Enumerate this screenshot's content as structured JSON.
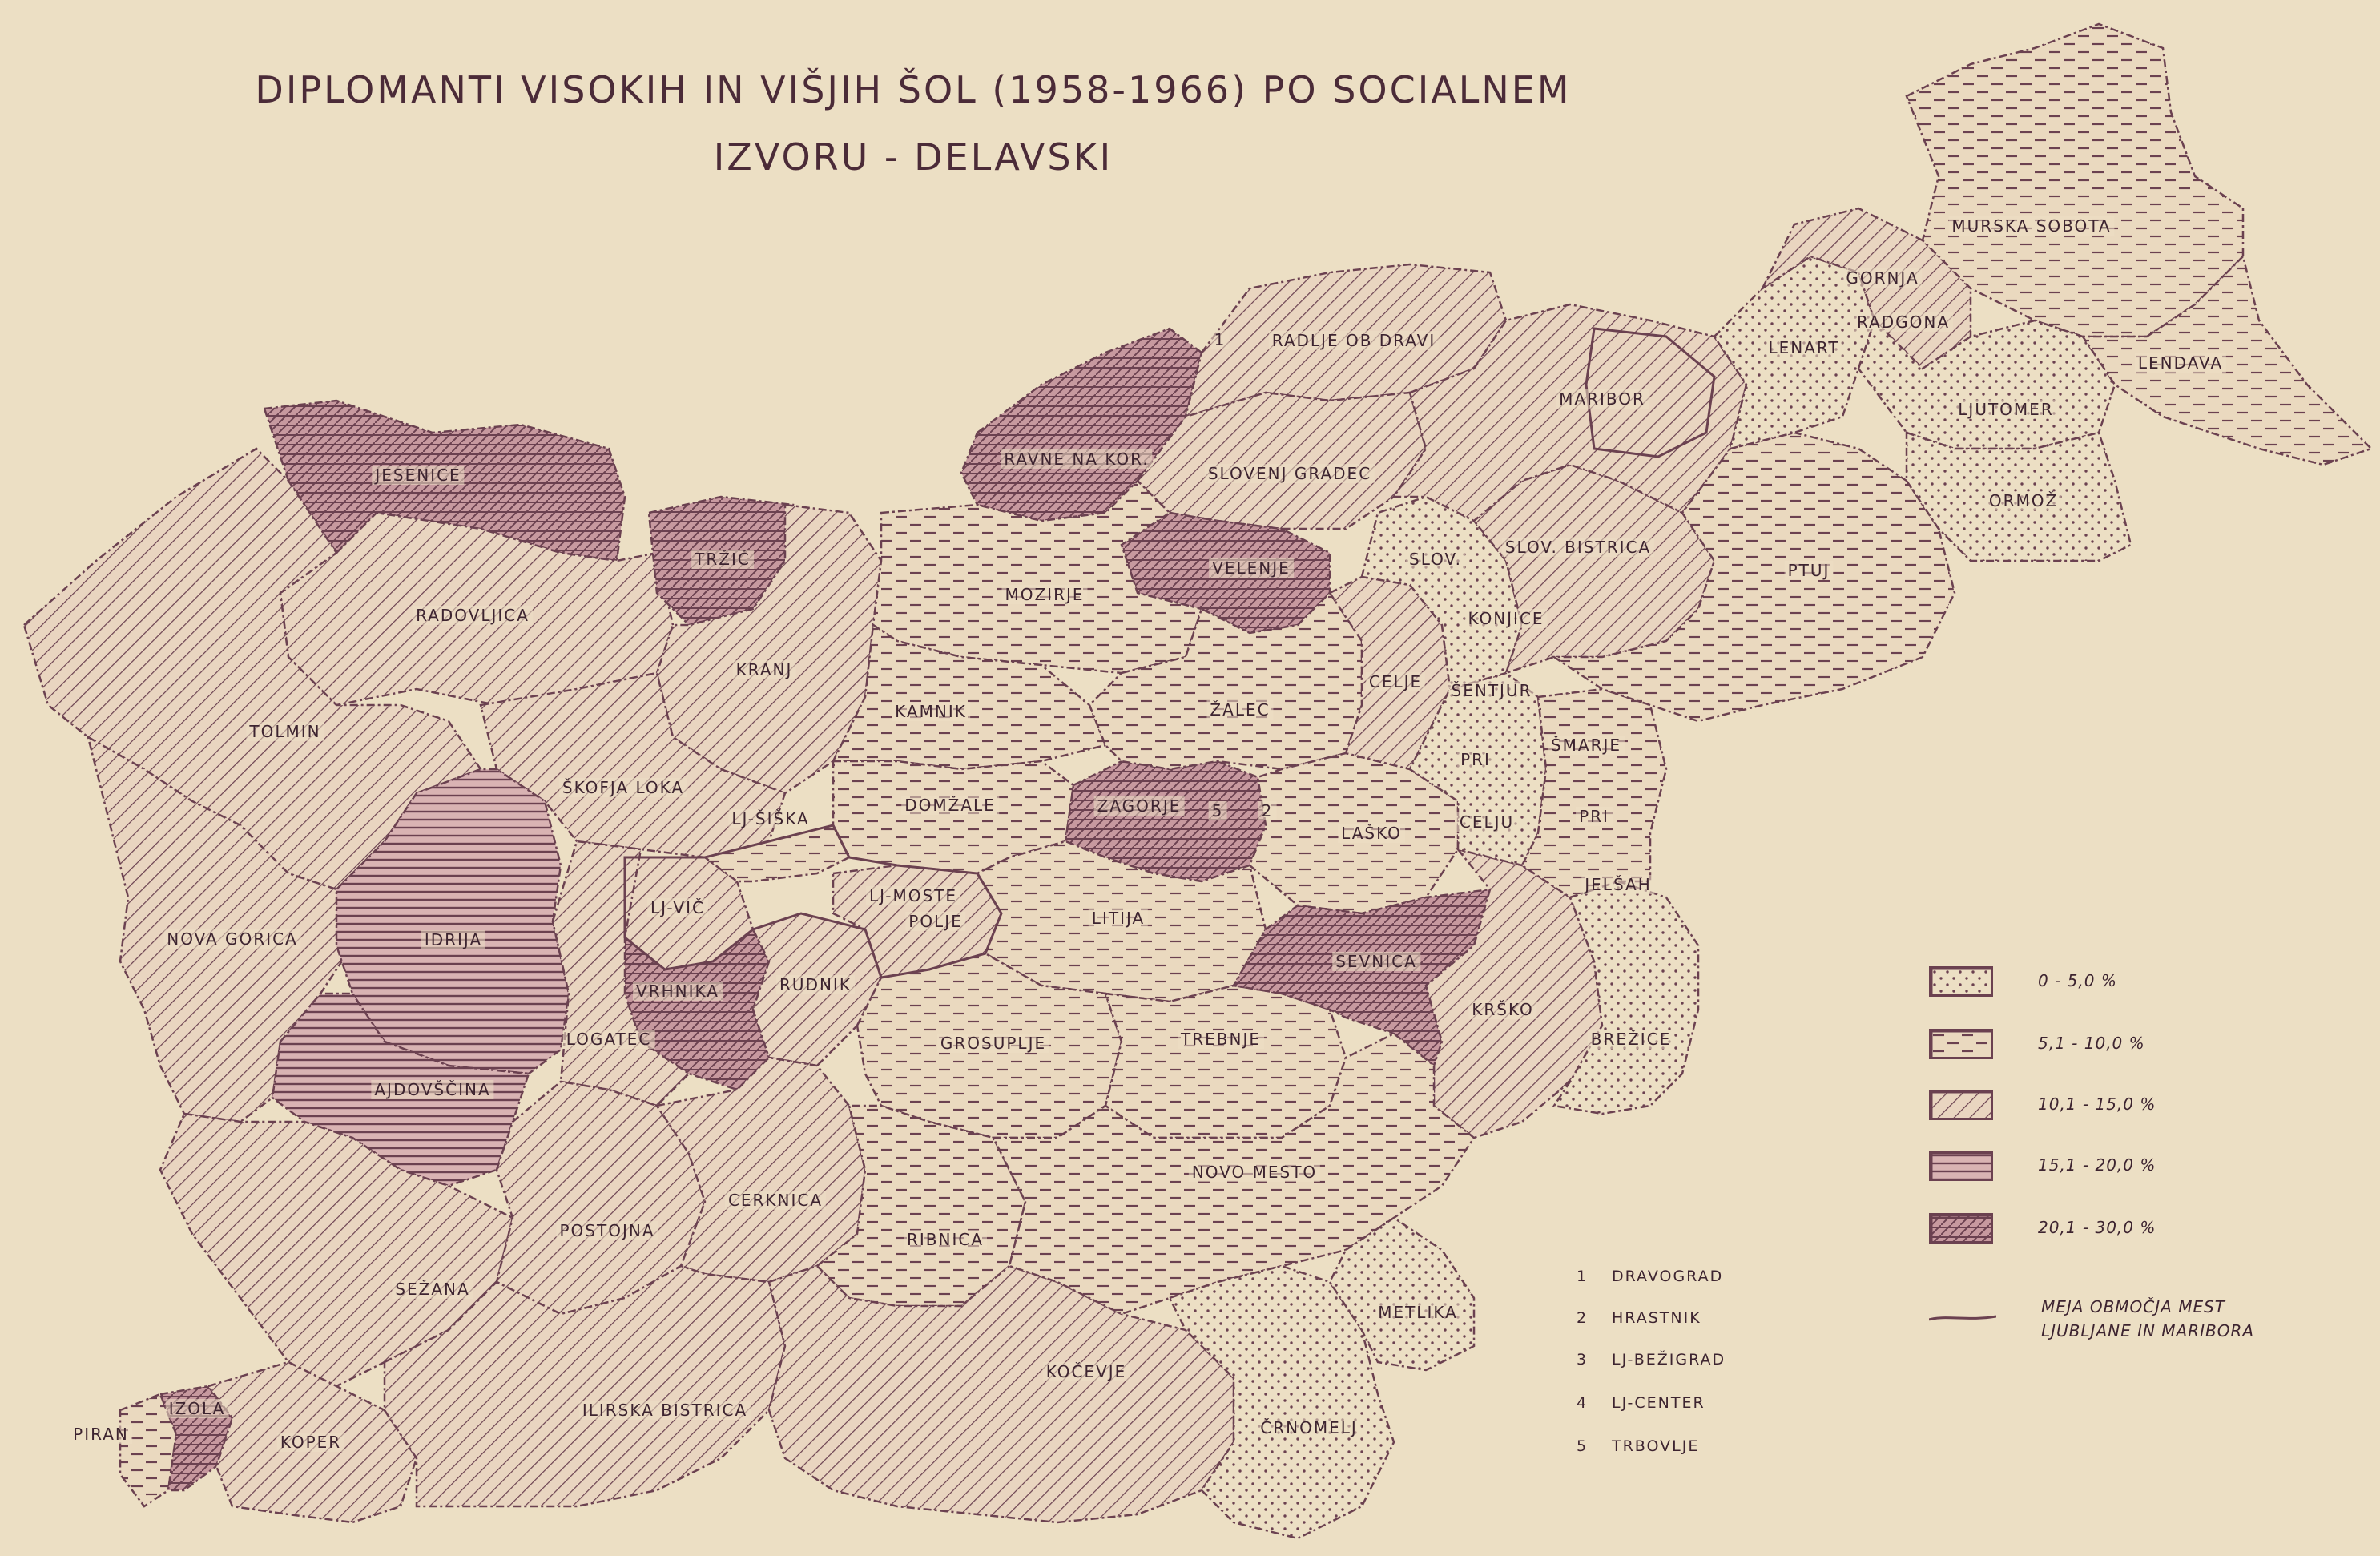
{
  "title": {
    "line1": "DIPLOMANTI VISOKIH IN VIŠJIH ŠOL (1958-1966) PO SOCIALNEM",
    "line2": "IZVORU - DELAVSKI"
  },
  "colors": {
    "background": "#ecdfc4",
    "ink": "#6b4150",
    "fill_light": "#e8d6bd",
    "fill_dark": "#c79aa2"
  },
  "legend": [
    {
      "label": "0 - 5,0 %",
      "pattern": "dots"
    },
    {
      "label": "5,1 - 10,0 %",
      "pattern": "dashes"
    },
    {
      "label": "10,1 - 15,0 %",
      "pattern": "diagonal"
    },
    {
      "label": "15,1 - 20,0 %",
      "pattern": "horizontal"
    },
    {
      "label": "20,1 - 30,0 %",
      "pattern": "crosshatch"
    }
  ],
  "boundary_note": {
    "line1": "MEJA OBMOČJA MEST",
    "line2": "LJUBLJANE IN MARIBORA"
  },
  "footnotes": [
    {
      "num": "1",
      "name": "DRAVOGRAD"
    },
    {
      "num": "2",
      "name": "HRASTNIK"
    },
    {
      "num": "3",
      "name": "LJ-BEŽIGRAD"
    },
    {
      "num": "4",
      "name": "LJ-CENTER"
    },
    {
      "num": "5",
      "name": "TRBOVLJE"
    }
  ],
  "regions": [
    {
      "name": "JESENICE",
      "cls": "crosshatch"
    },
    {
      "name": "RADOVLJICA",
      "cls": "diagonal"
    },
    {
      "name": "TRŽIČ",
      "cls": "crosshatch"
    },
    {
      "name": "KRANJ",
      "cls": "diagonal"
    },
    {
      "name": "TOLMIN",
      "cls": "diagonal"
    },
    {
      "name": "ŠKOFJA LOKA",
      "cls": "diagonal"
    },
    {
      "name": "NOVA GORICA",
      "cls": "diagonal"
    },
    {
      "name": "IDRIJA",
      "cls": "horizontal"
    },
    {
      "name": "AJDOVŠČINA",
      "cls": "horizontal"
    },
    {
      "name": "LJ-VIČ",
      "cls": "diagonal"
    },
    {
      "name": "LJ-ŠIŠKA",
      "cls": "dashes"
    },
    {
      "name": "VRHNIKA",
      "cls": "crosshatch"
    },
    {
      "name": "LOGATEC",
      "cls": "diagonal"
    },
    {
      "name": "RUDNIK",
      "cls": "diagonal"
    },
    {
      "name": "LJ-MOSTE-POLJE",
      "cls": "diagonal"
    },
    {
      "name": "SEŽANA",
      "cls": "diagonal"
    },
    {
      "name": "POSTOJNA",
      "cls": "diagonal"
    },
    {
      "name": "CERKNICA",
      "cls": "diagonal"
    },
    {
      "name": "PIRAN",
      "cls": "dashes"
    },
    {
      "name": "IZOLA",
      "cls": "crosshatch"
    },
    {
      "name": "KOPER",
      "cls": "diagonal"
    },
    {
      "name": "ILIRSKA BISTRICA",
      "cls": "diagonal"
    },
    {
      "name": "RAVNE NA KOR.",
      "cls": "crosshatch"
    },
    {
      "name": "RADLJE OB DRAVI",
      "cls": "diagonal"
    },
    {
      "name": "SLOVENJ GRADEC",
      "cls": "diagonal"
    },
    {
      "name": "VELENJE",
      "cls": "crosshatch"
    },
    {
      "name": "MOZIRJE",
      "cls": "dashes"
    },
    {
      "name": "KAMNIK",
      "cls": "dashes"
    },
    {
      "name": "DOMŽALE",
      "cls": "dashes"
    },
    {
      "name": "ZAGORJE",
      "cls": "crosshatch"
    },
    {
      "name": "ŽALEC",
      "cls": "dashes"
    },
    {
      "name": "LAŠKO",
      "cls": "dashes"
    },
    {
      "name": "LITIJA",
      "cls": "dashes"
    },
    {
      "name": "GROSUPLJE",
      "cls": "dashes"
    },
    {
      "name": "TREBNJE",
      "cls": "dashes"
    },
    {
      "name": "SEVNICA",
      "cls": "crosshatch"
    },
    {
      "name": "RIBNICA",
      "cls": "dashes"
    },
    {
      "name": "KOČEVJE",
      "cls": "diagonal"
    },
    {
      "name": "NOVO MESTO",
      "cls": "dashes"
    },
    {
      "name": "ČRNOMELJ",
      "cls": "dots"
    },
    {
      "name": "METLIKA",
      "cls": "dots"
    },
    {
      "name": "KRŠKO",
      "cls": "diagonal"
    },
    {
      "name": "BREŽICE",
      "cls": "dots"
    },
    {
      "name": "CELJE",
      "cls": "diagonal"
    },
    {
      "name": "ŠENTJUR PRI CELJU",
      "cls": "dots"
    },
    {
      "name": "ŠMARJE PRI JELŠAH",
      "cls": "dashes"
    },
    {
      "name": "SLOV. KONJICE",
      "cls": "dots"
    },
    {
      "name": "SLOV. BISTRICA",
      "cls": "diagonal"
    },
    {
      "name": "MARIBOR",
      "cls": "diagonal"
    },
    {
      "name": "PTUJ",
      "cls": "dashes"
    },
    {
      "name": "LENART",
      "cls": "dots"
    },
    {
      "name": "GORNJA RADGONA",
      "cls": "diagonal"
    },
    {
      "name": "MURSKA SOBOTA",
      "cls": "dashes"
    },
    {
      "name": "LJUTOMER",
      "cls": "dots"
    },
    {
      "name": "LENDAVA",
      "cls": "dashes"
    },
    {
      "name": "ORMOŽ",
      "cls": "dots"
    }
  ],
  "map_labels": {
    "jesenice": "JESENICE",
    "radovljica": "RADOVLJICA",
    "trzic": "TRŽIČ",
    "kranj": "KRANJ",
    "tolmin": "TOLMIN",
    "skofja_loka": "ŠKOFJA LOKA",
    "nova_gorica": "NOVA GORICA",
    "idrija": "IDRIJA",
    "ajdovscina": "AJDOVŠČINA",
    "lj_vic": "LJ-VIČ",
    "lj_siska": "LJ-ŠIŠKA",
    "vrhnika": "VRHNIKA",
    "logatec": "LOGATEC",
    "rudnik": "RUDNIK",
    "lj_moste": "LJ-MOSTE",
    "polje": "POLJE",
    "sezana": "SEŽANA",
    "postojna": "POSTOJNA",
    "cerknica": "CERKNICA",
    "piran": "PIRAN",
    "izola": "IZOLA",
    "koper": "KOPER",
    "ilirska_bistrica": "ILIRSKA BISTRICA",
    "ravne": "RAVNE NA KOR.",
    "radlje": "RADLJE OB DRAVI",
    "slovenj_gradec": "SLOVENJ GRADEC",
    "velenje": "VELENJE",
    "mozirje": "MOZIRJE",
    "kamnik": "KAMNIK",
    "domzale": "DOMŽALE",
    "zagorje": "ZAGORJE",
    "zalec": "ŽALEC",
    "lasko": "LAŠKO",
    "litija": "LITIJA",
    "grosuplje": "GROSUPLJE",
    "trebnje": "TREBNJE",
    "sevnica": "SEVNICA",
    "ribnica": "RIBNICA",
    "kocevje": "KOČEVJE",
    "novo_mesto": "NOVO MESTO",
    "crnomelj": "ČRNOMELJ",
    "metlika": "METLIKA",
    "krsko": "KRŠKO",
    "brezice": "BREŽICE",
    "celje": "CELJE",
    "sentjur": "ŠENTJUR",
    "pri_a": "PRI",
    "celju": "CELJU",
    "smarje": "ŠMARJE",
    "pri_b": "PRI",
    "jelsah": "JELŠAH",
    "slov_a": "SLOV.",
    "konjice": "KONJICE",
    "slov_bistrica": "SLOV. BISTRICA",
    "maribor": "MARIBOR",
    "ptuj": "PTUJ",
    "lenart": "LENART",
    "gornja": "GORNJA",
    "radgona": "RADGONA",
    "murska_sobota": "MURSKA SOBOTA",
    "ljutomer": "LJUTOMER",
    "lendava": "LENDAVA",
    "ormoz": "ORMOŽ",
    "n1": "1",
    "n2": "2",
    "n5": "5"
  }
}
